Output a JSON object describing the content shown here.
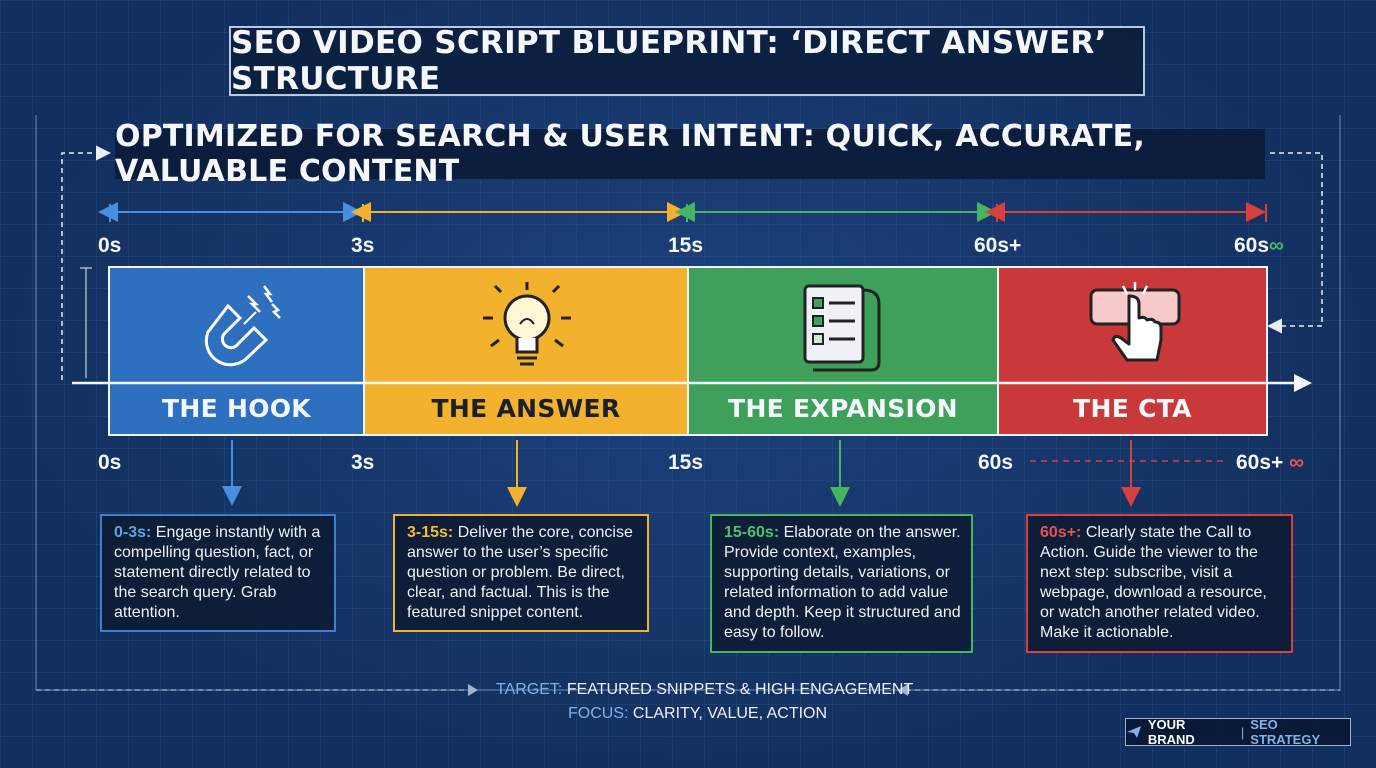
{
  "title": "SEO VIDEO SCRIPT BLUEPRINT: ‘DIRECT ANSWER’ STRUCTURE",
  "subtitle": "OPTIMIZED FOR SEARCH & USER INTENT: QUICK, ACCURATE, VALUABLE CONTENT",
  "top_times": [
    "0s",
    "3s",
    "15s",
    "60s+",
    "60s"
  ],
  "top_infinity": "∞",
  "bottom_times": [
    "0s",
    "3s",
    "15s",
    "60s",
    "60s+"
  ],
  "bottom_infinity": "∞",
  "segments": [
    {
      "label": "THE HOOK",
      "icon": "magnet-icon",
      "color": "#2e6fc0"
    },
    {
      "label": "THE ANSWER",
      "icon": "lightbulb-icon",
      "color": "#f2b22e"
    },
    {
      "label": "THE EXPANSION",
      "icon": "checklist-icon",
      "color": "#3ea05a"
    },
    {
      "label": "THE CTA",
      "icon": "click-icon",
      "color": "#c9393a"
    }
  ],
  "descriptions": [
    {
      "lead": "0-3s:",
      "text": " Engage instantly with a compelling question, fact, or statement directly related to the search query. Grab attention."
    },
    {
      "lead": "3-15s:",
      "text": " Deliver the core, concise answer to the user’s specific question or problem. Be direct, clear, and factual. This is the featured snippet content."
    },
    {
      "lead": "15-60s:",
      "text": " Elaborate on the answer. Provide context, examples, supporting details, variations, or related information to add value and depth. Keep it structured and easy to follow."
    },
    {
      "lead": "60s+:",
      "text": " Clearly state the Call to Action. Guide the viewer to the next step: subscribe, visit a webpage, download a resource, or watch another related video. Make it actionable."
    }
  ],
  "footer": {
    "target_label": "TARGET:",
    "target_text": " FEATURED SNIPPETS & HIGH ENGAGEMENT",
    "focus_label": "FOCUS:",
    "focus_text": " CLARITY, VALUE, ACTION"
  },
  "brand": {
    "name": "YOUR BRAND",
    "separator": "|",
    "tagline": "SEO STRATEGY"
  },
  "colors": {
    "background": "#12305f",
    "hook": "#2e6fc0",
    "answer": "#f2b22e",
    "expansion": "#3ea05a",
    "cta": "#c9393a",
    "hook_text": "#5fa2ea",
    "answer_text": "#f4b83a",
    "expansion_text": "#4fc06d",
    "cta_text": "#e8524f"
  }
}
